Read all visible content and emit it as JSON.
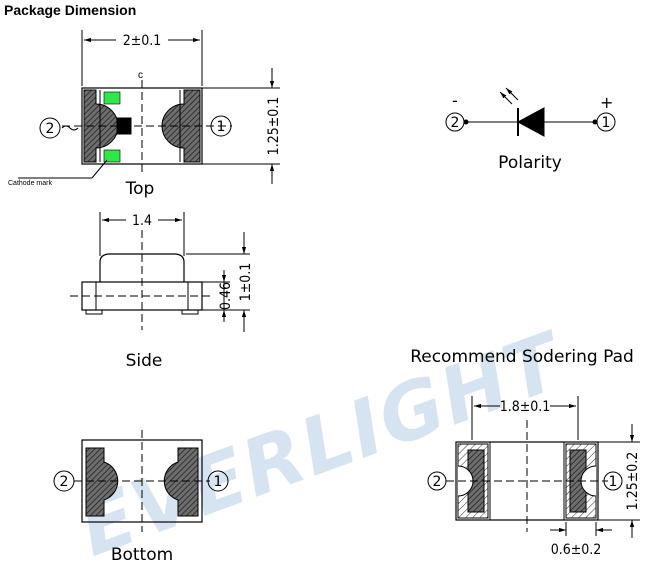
{
  "heading": "Package Dimension",
  "colors": {
    "green_pad": "#2ee84a",
    "watermark": "#c7dceb"
  },
  "watermark": "EVERLIGHT",
  "top_view": {
    "width_dim": "2±0.1",
    "height_dim": "1.25±0.1",
    "center_mark": "c",
    "pin_left": "2",
    "pin_right": "1",
    "cathode_mark": "Cathode mark",
    "caption": "Top"
  },
  "side_view": {
    "width_dim": "1.4",
    "thickness_dim": "0.46",
    "height_dim": "1±0.1",
    "caption": "Side"
  },
  "bottom_view": {
    "pin_left": "2",
    "pin_right": "1",
    "caption": "Bottom"
  },
  "polarity": {
    "minus": "-",
    "plus": "+",
    "pin_left": "2",
    "pin_right": "1",
    "caption": "Polarity"
  },
  "solder_pad": {
    "title": "Recommend Sodering Pad",
    "width_dim": "1.8±0.1",
    "height_dim": "1.25±0.2",
    "pad_dim": "0.6±0.2",
    "pin_left": "2",
    "pin_right": "1"
  }
}
